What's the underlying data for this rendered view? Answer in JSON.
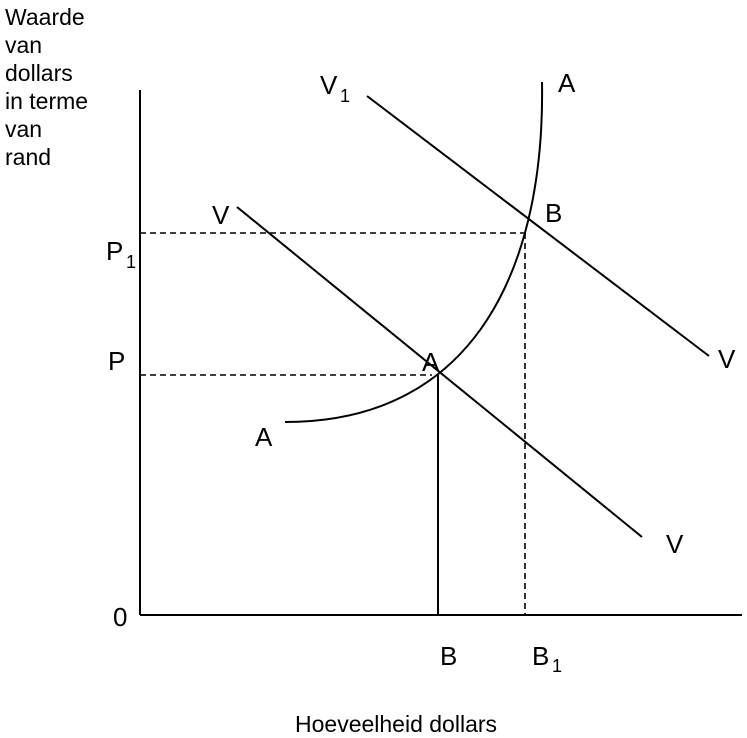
{
  "y_axis_label_lines": [
    "Waarde",
    "van",
    "dollars",
    "in terme",
    "van",
    "rand"
  ],
  "x_axis_label": "Hoeveelheid dollars",
  "origin_label": "0",
  "price_labels": {
    "p": "P",
    "p1_main": "P",
    "p1_sub": "1"
  },
  "quantity_labels": {
    "b": "B",
    "b1_main": "B",
    "b1_sub": "1"
  },
  "curve_labels": {
    "supply_top": "A",
    "supply_bottom": "A",
    "demand_top": "V",
    "demand_bottom": "V",
    "demand1_top_main": "V",
    "demand1_top_sub": "1",
    "demand1_bottom": "V"
  },
  "point_labels": {
    "equilibrium": "A",
    "new_equilibrium": "B"
  }
}
